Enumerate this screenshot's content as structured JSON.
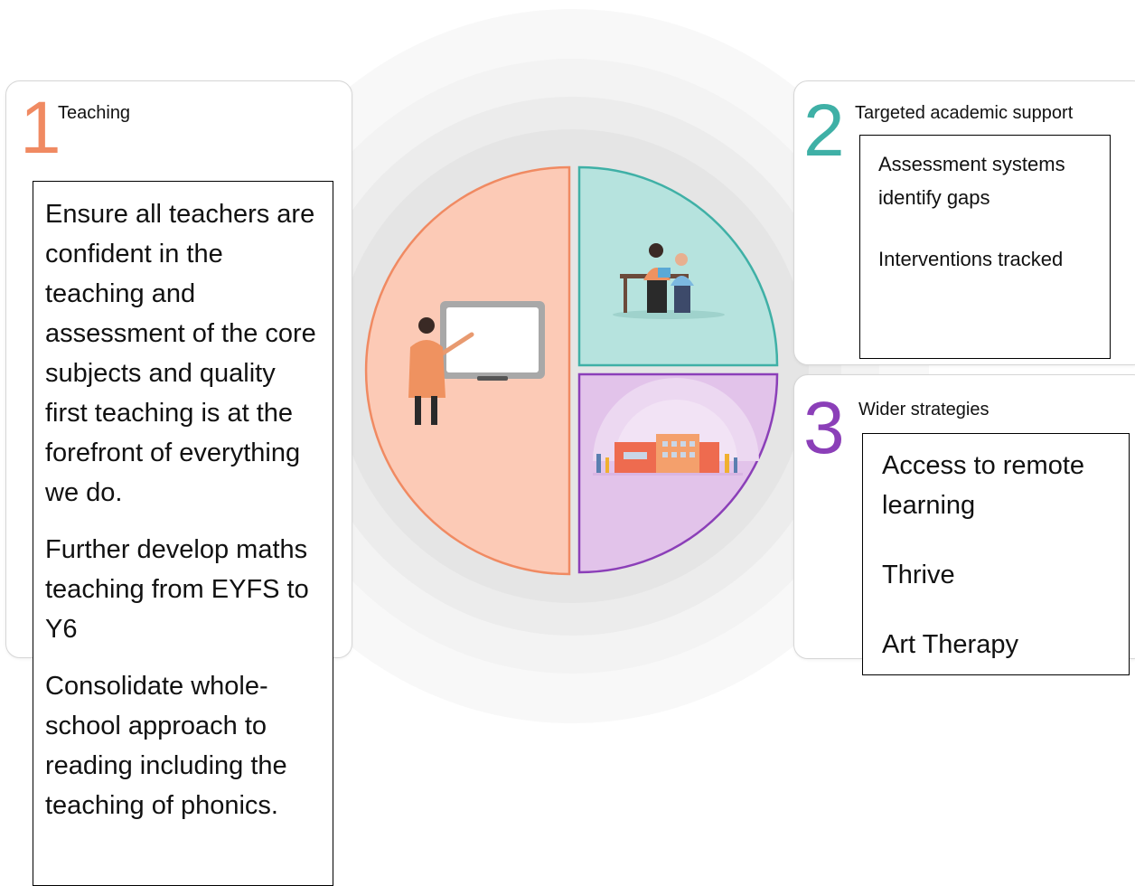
{
  "colors": {
    "accent_teaching": "#f08a62",
    "accent_targeted": "#3fb0a6",
    "accent_wider": "#8b3fb8",
    "fill_teaching": "#fccab6",
    "fill_targeted": "#b6e3de",
    "fill_wider": "#e2c3ea"
  },
  "sections": [
    {
      "number": "1",
      "title": "Teaching",
      "paragraphs": [
        "Ensure all teachers are confident in the teaching and assessment of the core subjects and quality first teaching is at the forefront of everything we do.",
        "Further develop maths teaching from EYFS to Y6",
        "Consolidate whole-school approach to reading including the teaching of phonics."
      ]
    },
    {
      "number": "2",
      "title": "Targeted academic support",
      "paragraphs": [
        "Assessment systems identify gaps",
        "Interventions tracked"
      ]
    },
    {
      "number": "3",
      "title": "Wider strategies",
      "paragraphs": [
        "Access to remote learning",
        "Thrive",
        "Art Therapy"
      ]
    }
  ],
  "illustrations": {
    "teaching": "teacher-at-whiteboard-illustration",
    "targeted": "tutor-and-pupil-at-desk-illustration",
    "wider": "school-building-and-community-illustration"
  }
}
